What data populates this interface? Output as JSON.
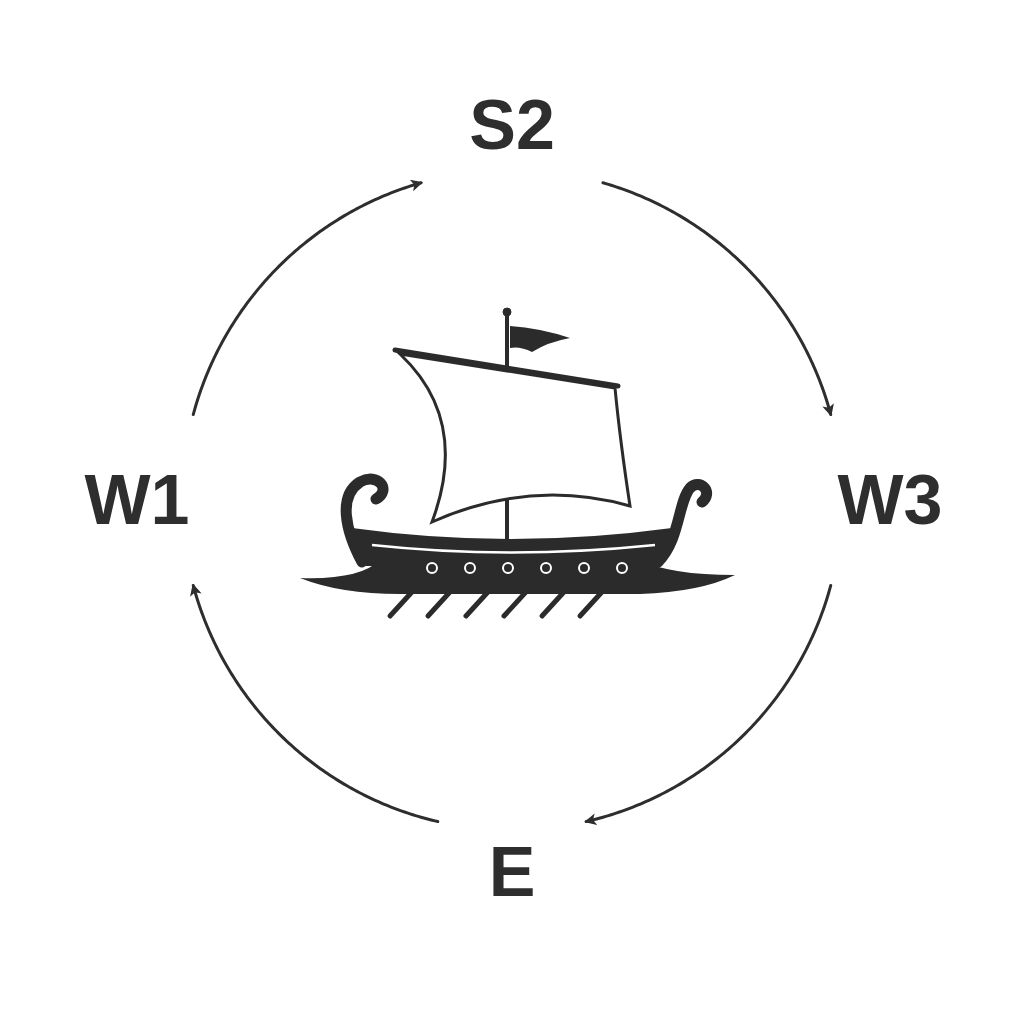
{
  "diagram": {
    "nodes": [
      {
        "text": [
          "S2"
        ]
      },
      {
        "text": [
          "W1"
        ]
      },
      {
        "text": [
          "W3"
        ]
      },
      {
        "text": [
          "E"
        ]
      }
    ],
    "edges": [
      {
        "from": 1,
        "to": 0,
        "arrow": "to"
      },
      {
        "from": 0,
        "to": 2,
        "arrow": "to"
      },
      {
        "from": 2,
        "to": 3,
        "arrow": "to"
      },
      {
        "from": 3,
        "to": 1,
        "arrow": "to"
      }
    ]
  }
}
